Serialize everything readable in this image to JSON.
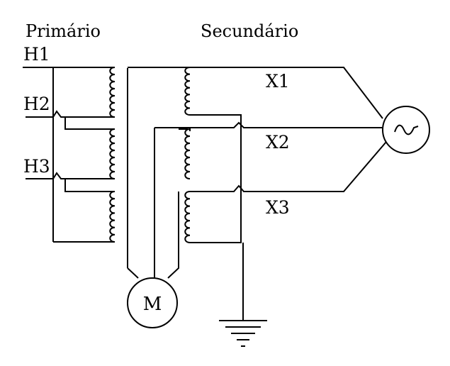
{
  "headers": {
    "primary": "Primário",
    "secondary": "Secundário"
  },
  "primary_terminals": [
    "H1",
    "H2",
    "H3"
  ],
  "secondary_terminals": [
    "X1",
    "X2",
    "X3"
  ],
  "motor_label": "M",
  "icons": {
    "source": "ac-source-icon",
    "motor": "motor-icon",
    "ground": "ground-icon"
  },
  "colors": {
    "line": "#000000",
    "background": "#ffffff"
  }
}
